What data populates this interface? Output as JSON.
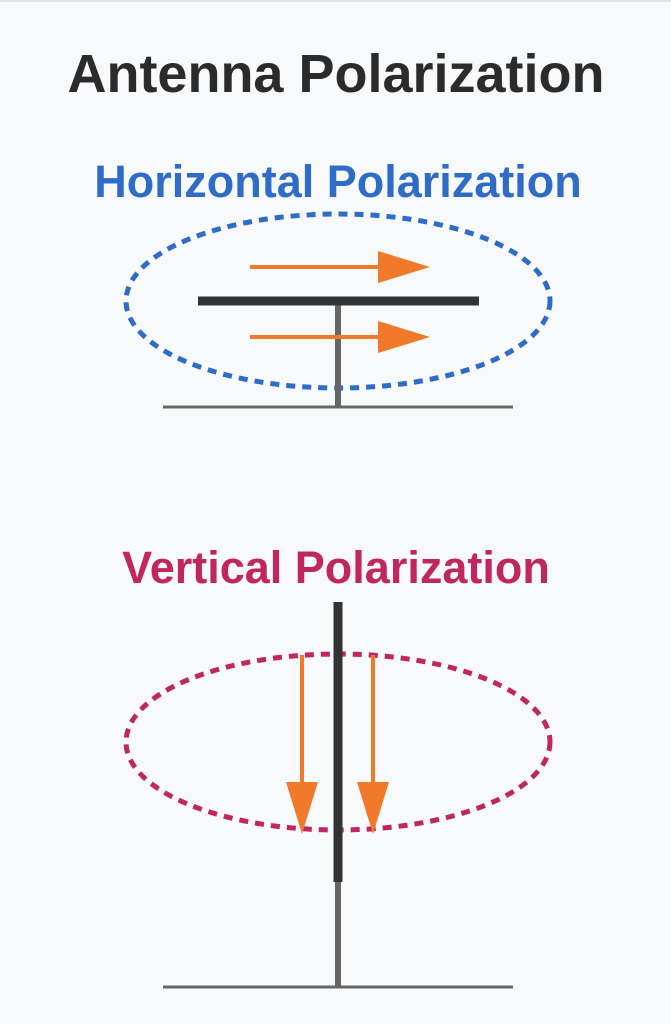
{
  "title": "Antenna Polarization",
  "horizontal": {
    "label": "Horizontal Polarization",
    "color": "#2f6cc8"
  },
  "vertical": {
    "label": "Vertical Polarization",
    "color": "#c0275f"
  },
  "colors": {
    "title": "#2b2b2b",
    "antenna": "#333333",
    "mast": "#666666",
    "ground": "#666666",
    "arrow": "#f07a2a",
    "background": "#f8f9fb"
  }
}
